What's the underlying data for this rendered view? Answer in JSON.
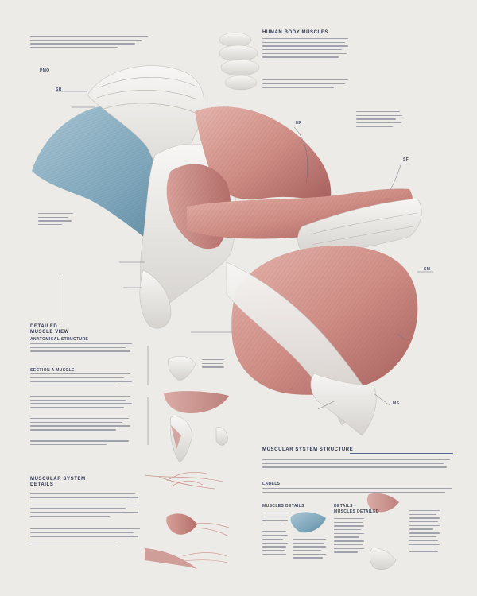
{
  "headings": {
    "top_right": "HUMAN BODY MUSCLES",
    "left_mid_a": "DETAILED",
    "left_mid_b": "MUSCLE VIEW",
    "left_mid_c": "ANATOMICAL STRUCTURE",
    "left_group": "SECTION A MUSCLE",
    "left_bottom_a": "MUSCULAR SYSTEM",
    "left_bottom_b": "DETAILS",
    "right_lower": "MUSCULAR SYSTEM STRUCTURE",
    "right_lower_sub": "LABELS",
    "sub_left": "MUSCLES DETAILS",
    "sub_right_a": "DETAILS",
    "sub_right_b": "MUSCLES DETAILED"
  },
  "callouts": {
    "c1": "PMO",
    "c2": "SR",
    "c3": "HP",
    "c4": "SF",
    "c5": "SM",
    "c6": "MS"
  },
  "colors": {
    "background": "#ecebe7",
    "muscle_red": "#c98b85",
    "muscle_red_dark": "#a45e5c",
    "fascia_blue": "#8fb1c2",
    "fascia_blue_dark": "#5f8aa0",
    "tendon_white": "#e8e6e3",
    "accent_rule": "#5b6a95"
  }
}
